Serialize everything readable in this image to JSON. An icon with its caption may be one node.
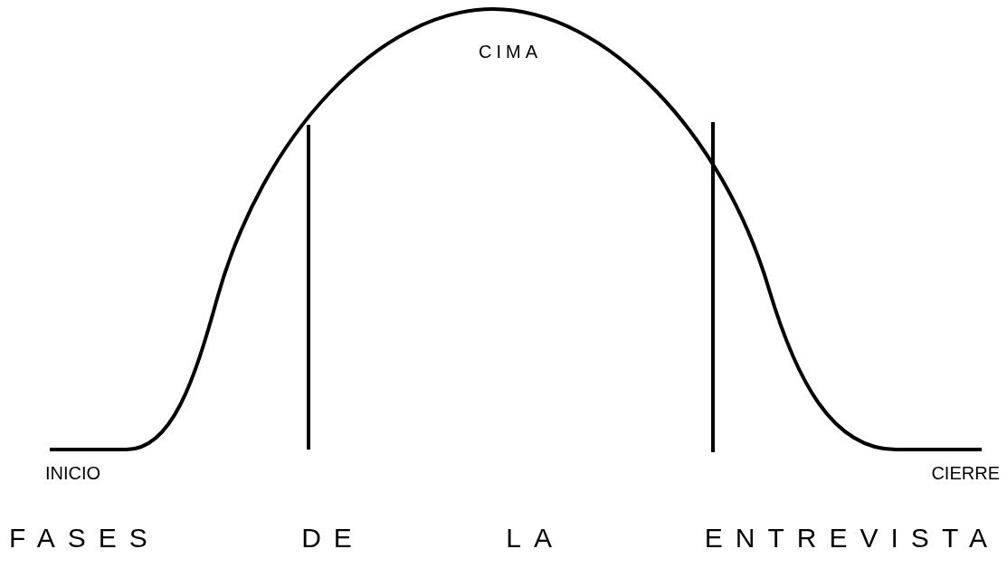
{
  "diagram": {
    "title": "FASES DE LA ENTREVISTA",
    "labels": [
      "CIMA",
      "INICIO",
      "CIERRE"
    ]
  }
}
